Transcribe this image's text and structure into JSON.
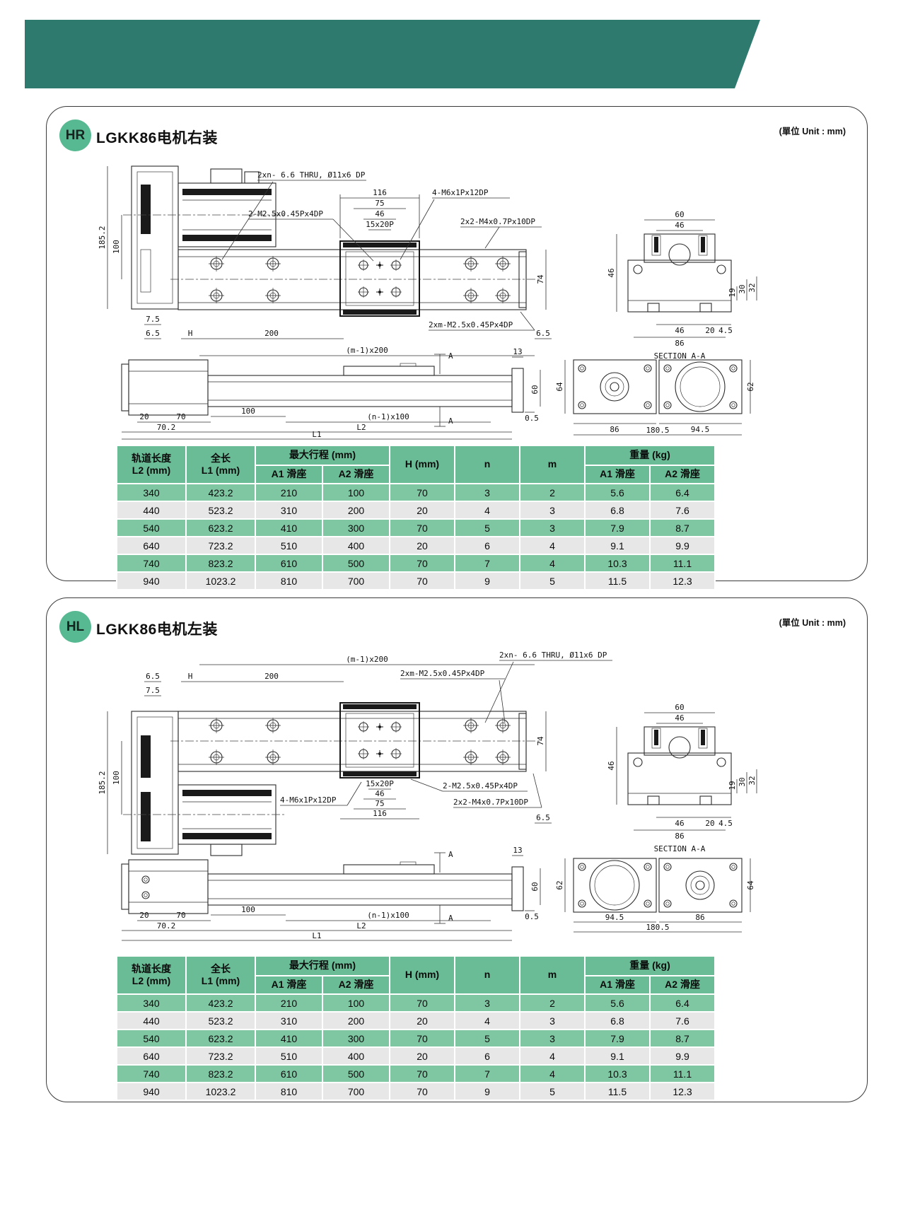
{
  "unit_note": "(單位 Unit : mm)",
  "colors": {
    "banner": "#2e7a6e",
    "badge": "#57b991",
    "table_header": "#69bc95",
    "row_green": "#7fc7a3",
    "row_gray": "#e7e7e7"
  },
  "hr": {
    "badge": "HR",
    "title": "LGKK86电机右装"
  },
  "hl": {
    "badge": "HL",
    "title": "LGKK86电机左装"
  },
  "dwg": {
    "thru": "2xn- 6.6 THRU, Ø11x6 DP",
    "m6": "4-M6x1Px12DP",
    "m25": "2-M2.5x0.45Px4DP",
    "m4": "2x2-M4x0.7Px10DP",
    "m25m": "2xm-M2.5x0.45Px4DP",
    "d116": "116",
    "d75": "75",
    "d46": "46",
    "p1520": "15x20P",
    "d1852": "185.2",
    "d100": "100",
    "d74": "74",
    "d75t": "7.5",
    "d65": "6.5",
    "h": "H",
    "d200": "200",
    "m1x200": "(m-1)x200",
    "d60": "60",
    "d19": "19",
    "d30": "30",
    "d32": "32",
    "d20": "20",
    "d45": "4.5",
    "d86": "86",
    "section": "SECTION A-A",
    "a": "A",
    "d13": "13",
    "d05": "0.5",
    "d64": "64",
    "d62": "62",
    "d70": "70",
    "n1x100": "(n-1)x100",
    "d702": "70.2",
    "l2": "L2",
    "l1": "L1",
    "d945": "94.5",
    "d1805": "180.5"
  },
  "table": {
    "headers": {
      "rail1": "轨道长度",
      "rail2": "L2 (mm)",
      "full1": "全长",
      "full2": "L1 (mm)",
      "stroke": "最大行程 (mm)",
      "a1": "A1 滑座",
      "a2": "A2 滑座",
      "h": "H (mm)",
      "n": "n",
      "m": "m",
      "weight": "重量 (kg)"
    },
    "rows": [
      [
        "340",
        "423.2",
        "210",
        "100",
        "70",
        "3",
        "2",
        "5.6",
        "6.4"
      ],
      [
        "440",
        "523.2",
        "310",
        "200",
        "20",
        "4",
        "3",
        "6.8",
        "7.6"
      ],
      [
        "540",
        "623.2",
        "410",
        "300",
        "70",
        "5",
        "3",
        "7.9",
        "8.7"
      ],
      [
        "640",
        "723.2",
        "510",
        "400",
        "20",
        "6",
        "4",
        "9.1",
        "9.9"
      ],
      [
        "740",
        "823.2",
        "610",
        "500",
        "70",
        "7",
        "4",
        "10.3",
        "11.1"
      ],
      [
        "940",
        "1023.2",
        "810",
        "700",
        "70",
        "9",
        "5",
        "11.5",
        "12.3"
      ]
    ]
  }
}
